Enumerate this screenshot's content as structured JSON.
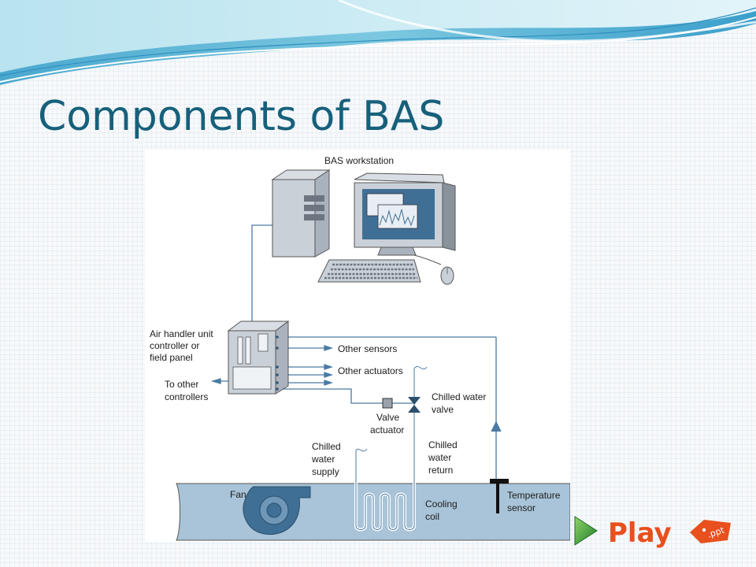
{
  "slide": {
    "title": "Components of BAS"
  },
  "diagram": {
    "labels": {
      "workstation": "BAS workstation",
      "ahu_1": "Air handler unit",
      "ahu_2": "controller or",
      "ahu_3": "field panel",
      "to_other_1": "To other",
      "to_other_2": "controllers",
      "other_sensors": "Other sensors",
      "other_actuators": "Other actuators",
      "cwv_1": "Chilled water",
      "cwv_2": "valve",
      "va_1": "Valve",
      "va_2": "actuator",
      "cws_1": "Chilled",
      "cws_2": "water",
      "cws_3": "supply",
      "cwr_1": "Chilled",
      "cwr_2": "water",
      "cwr_3": "return",
      "fan": "Fan",
      "coil_1": "Cooling",
      "coil_2": "coil",
      "ts_1": "Temperature",
      "ts_2": "sensor"
    }
  },
  "branding": {
    "play_text": "Play",
    "ppt_tag": ".ppt",
    "colors": {
      "play": "#e8501e",
      "arrow": "#3aa035",
      "title": "#17607b"
    }
  }
}
